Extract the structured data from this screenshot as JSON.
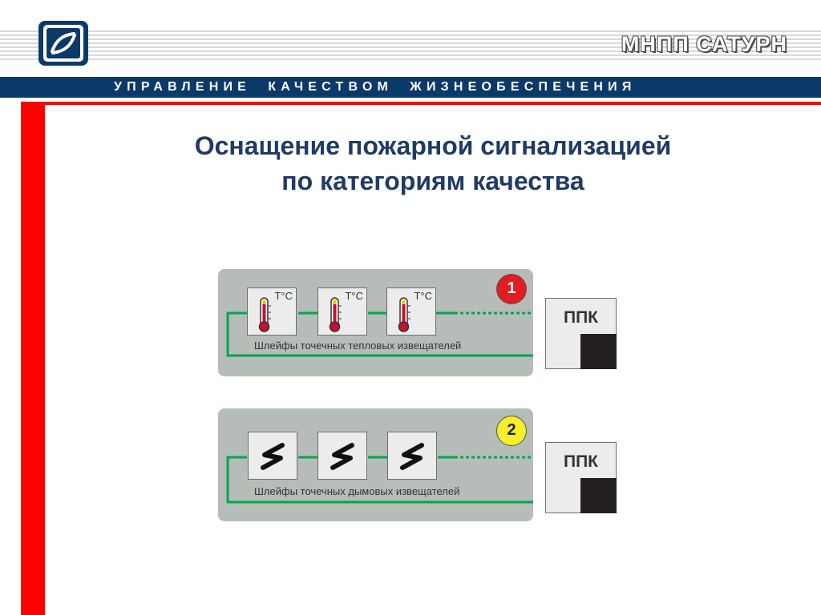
{
  "header": {
    "brand": "МНПП САТУРН",
    "slogan": "УПРАВЛЕНИЕ  КАЧЕСТВОМ  ЖИЗНЕОБЕСПЕЧЕНИЯ"
  },
  "title": {
    "line1": "Оснащение пожарной сигнализацией",
    "line2": "по категориям качества"
  },
  "categories": [
    {
      "badge": "1",
      "badge_color": "#e31b23",
      "detector_icon": "thermometer-icon",
      "detector_unit": "T°C",
      "detector_count": 3,
      "loop_caption": "Шлейфы точечных тепловых извещателей",
      "panel_label": "ППК"
    },
    {
      "badge": "2",
      "badge_color": "#f5ee2a",
      "detector_icon": "smoke-zigzag-icon",
      "detector_count": 3,
      "loop_caption": "Шлейфы точечных дымовых извещателей",
      "panel_label": "ППК"
    }
  ],
  "colors": {
    "navy": "#0b3a68",
    "accent_red": "#ff0000",
    "title": "#1f3b66",
    "loop_wire": "#00a651",
    "panel_bg": "#b6bdb8"
  }
}
